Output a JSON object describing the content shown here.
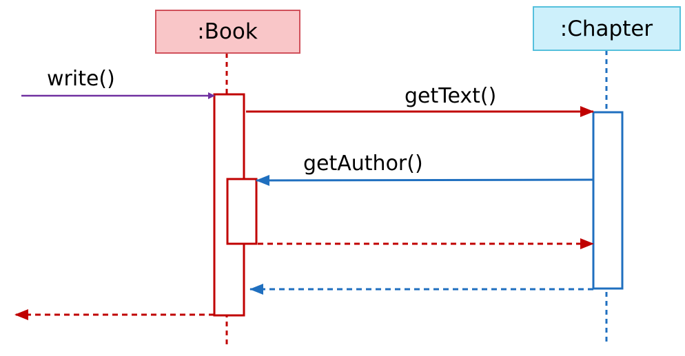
{
  "diagram": {
    "type": "sequence",
    "participants": [
      {
        "id": "book",
        "label": ":Book",
        "fill": "#f9c6c8",
        "stroke": "#d0505a",
        "line_color": "#c00000"
      },
      {
        "id": "chapter",
        "label": ":Chapter",
        "fill": "#cdf0fb",
        "stroke": "#55c0dc",
        "line_color": "#1f6fbf"
      }
    ],
    "messages": [
      {
        "id": "write",
        "label": "write()",
        "from": "external",
        "to": "book",
        "kind": "call",
        "color": "#7030a0"
      },
      {
        "id": "getText",
        "label": "getText()",
        "from": "book",
        "to": "chapter",
        "kind": "call",
        "color": "#c00000"
      },
      {
        "id": "getAuthor",
        "label": "getAuthor()",
        "from": "chapter",
        "to": "book",
        "kind": "call",
        "color": "#1f6fbf"
      },
      {
        "id": "return-getAuthor",
        "label": "",
        "from": "book",
        "to": "chapter",
        "kind": "return",
        "color": "#c00000"
      },
      {
        "id": "return-getText",
        "label": "",
        "from": "chapter",
        "to": "book",
        "kind": "return",
        "color": "#1f6fbf"
      },
      {
        "id": "return-write",
        "label": "",
        "from": "book",
        "to": "external",
        "kind": "return",
        "color": "#c00000"
      }
    ]
  }
}
